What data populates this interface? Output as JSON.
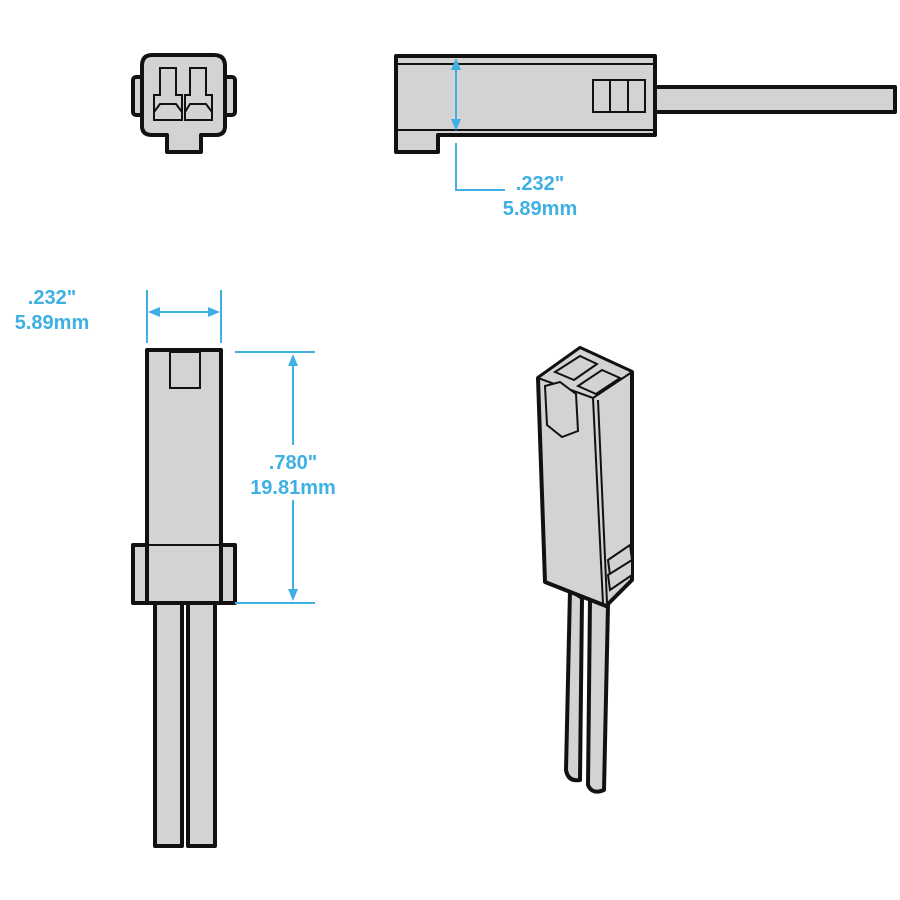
{
  "colors": {
    "part": "#d3d3d3",
    "outline": "#111111",
    "dimension": "#3fb0e3"
  },
  "dimensions": {
    "side_height": {
      "inch": ".232\"",
      "mm": "5.89mm"
    },
    "top_width": {
      "inch": ".232\"",
      "mm": "5.89mm"
    },
    "body_length": {
      "inch": ".780\"",
      "mm": "19.81mm"
    }
  }
}
